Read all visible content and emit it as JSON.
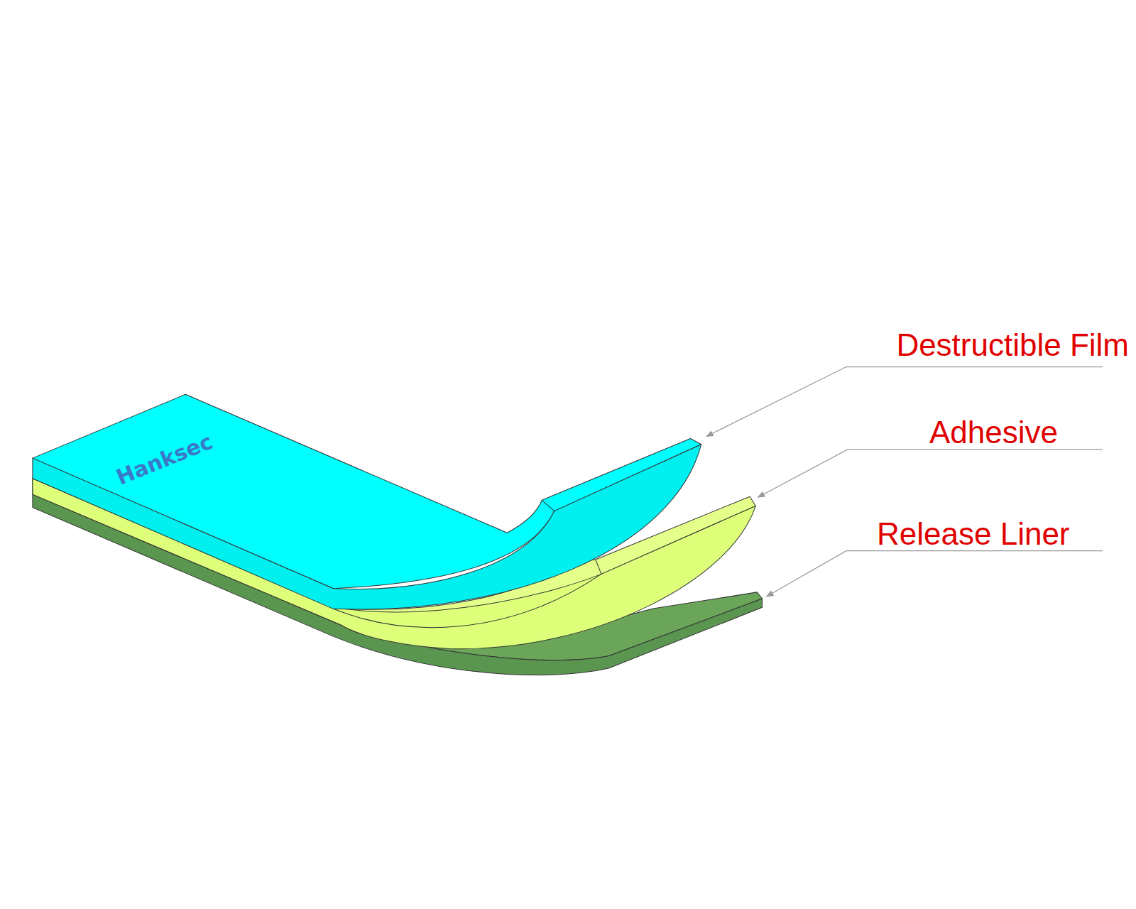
{
  "diagram": {
    "labels": [
      "Hanksec",
      "Destructible Film",
      "Adhesive",
      "Release Liner"
    ]
  }
}
